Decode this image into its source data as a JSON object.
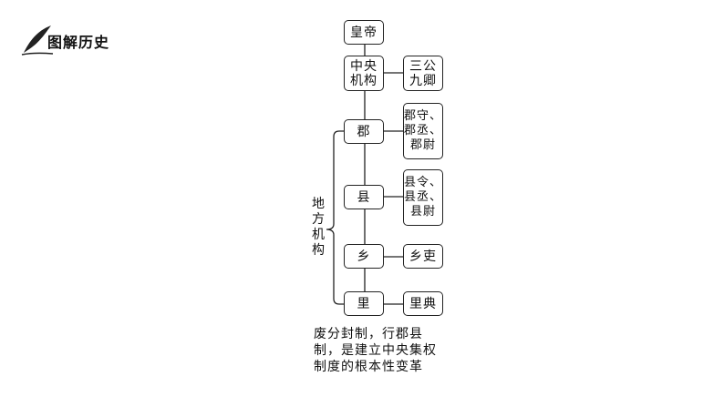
{
  "header": {
    "title": "图解历史"
  },
  "diagram": {
    "emperor": "皇帝",
    "central": "中央\n机构",
    "central_officials": "三公\n九卿",
    "local_label": "地方机构",
    "levels": [
      {
        "name": "郡",
        "officials": "郡守、\n郡丞、\n郡尉"
      },
      {
        "name": "县",
        "officials": "县令、\n县丞、\n县尉"
      },
      {
        "name": "乡",
        "officials": "乡吏"
      },
      {
        "name": "里",
        "officials": "里典"
      }
    ]
  },
  "note": "废分封制，行郡县制，是建立中央集权制度的根本性变革",
  "colors": {
    "line": "#222222",
    "text": "#111111",
    "background": "#ffffff"
  }
}
